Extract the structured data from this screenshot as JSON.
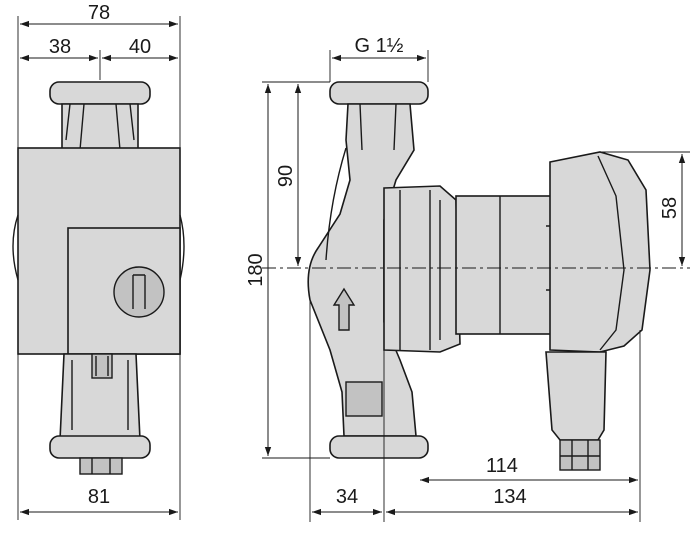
{
  "dimensions": {
    "front_width_top": "78",
    "front_left_half": "38",
    "front_right_half": "40",
    "front_width_bottom": "81",
    "thread": "G 1½",
    "height_total": "180",
    "height_to_axis": "90",
    "motor_half_height": "58",
    "depth_flange_to_axis": "34",
    "depth_to_terminal": "114",
    "depth_total": "134"
  }
}
